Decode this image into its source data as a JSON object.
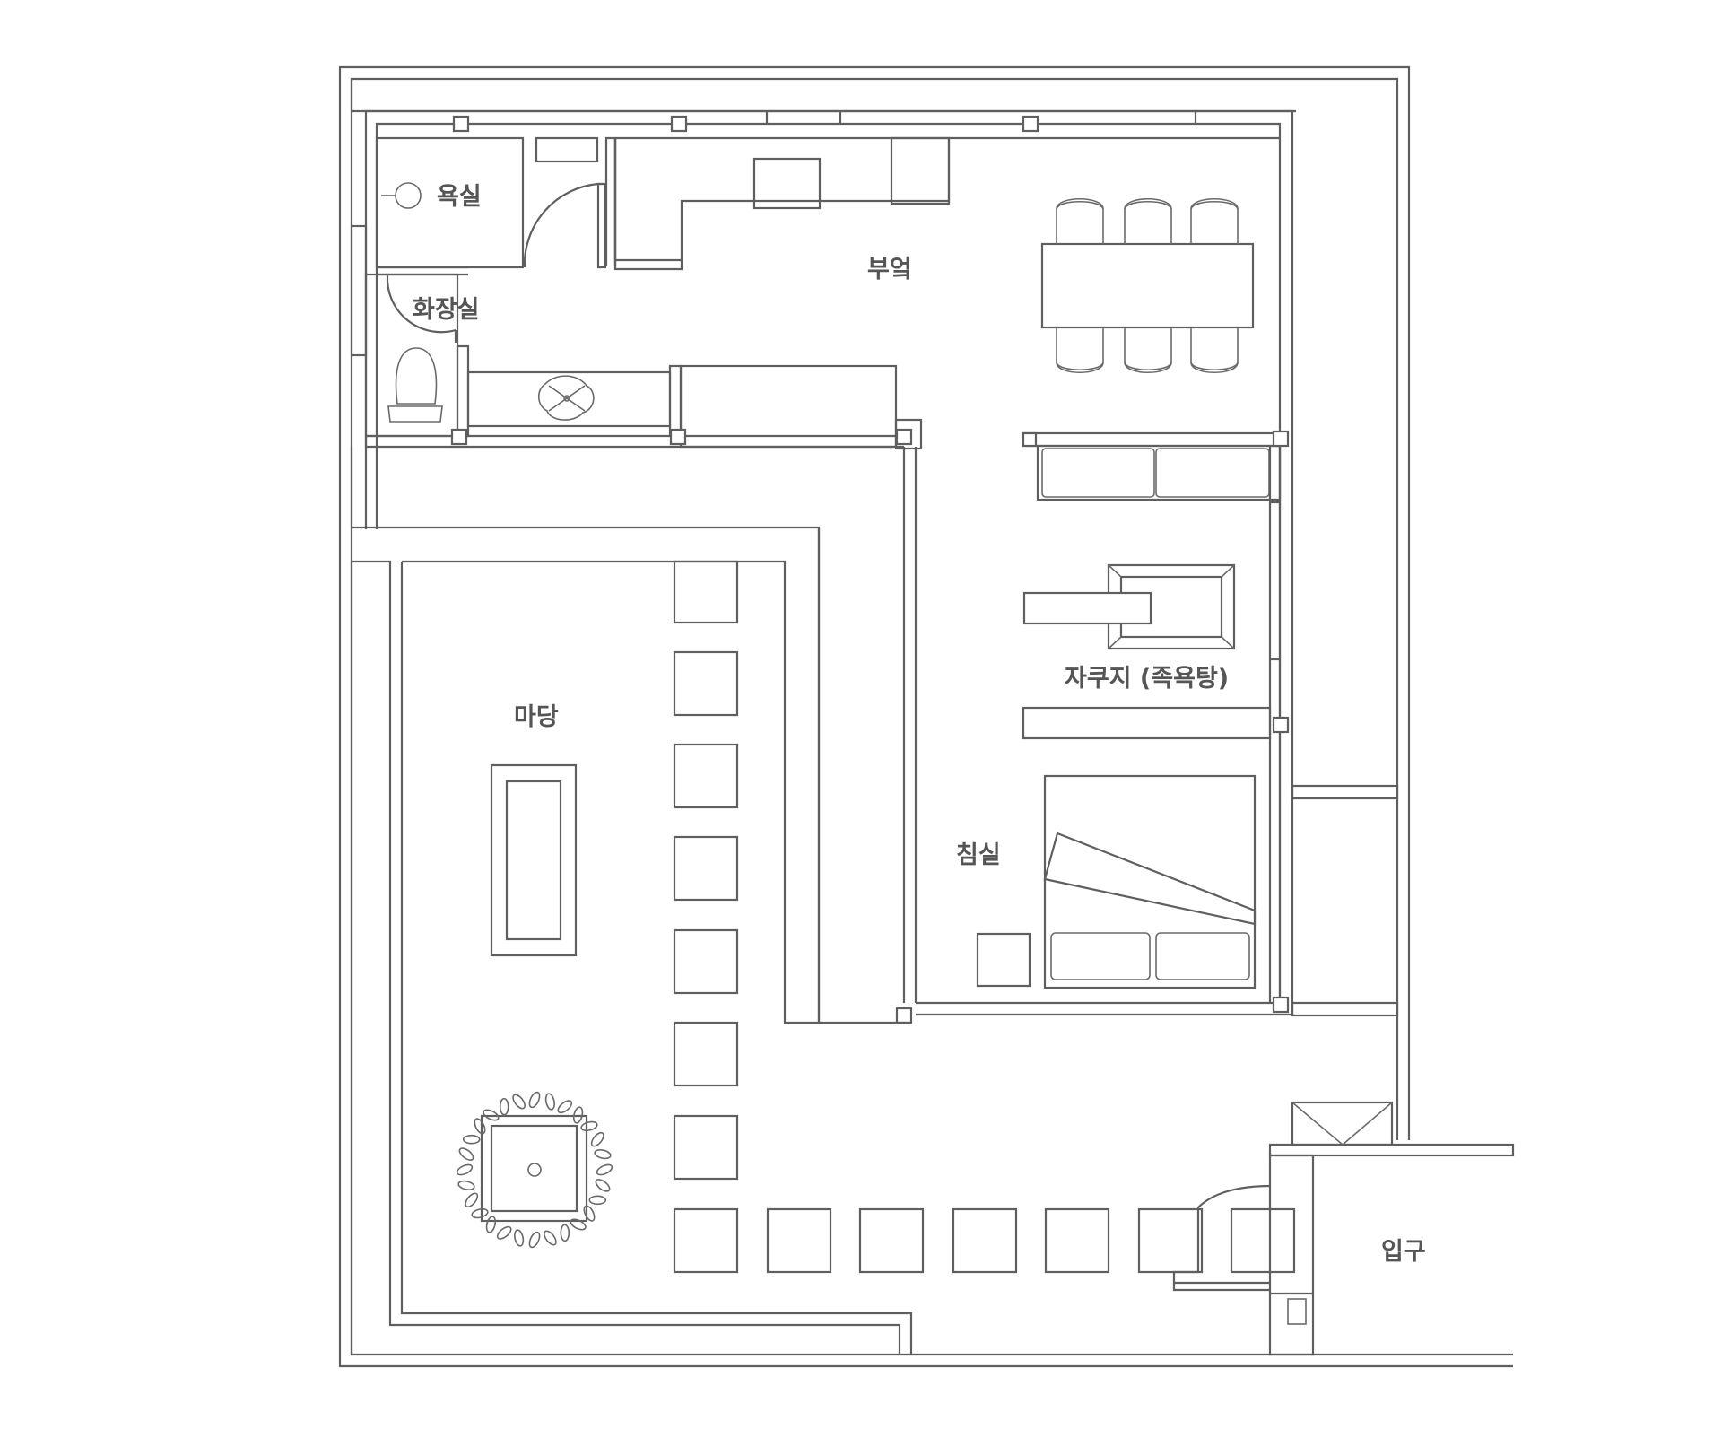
{
  "floorplan": {
    "rooms": {
      "bath": "욕실",
      "toilet": "화장실",
      "kitchen": "부엌",
      "jacuzzi": "자쿠지 (족욕탕)",
      "yard": "마당",
      "bedroom": "침실",
      "entrance": "입구"
    }
  },
  "colors": {
    "line": "#5f5f5f",
    "label": "#555555",
    "background": "#ffffff"
  }
}
